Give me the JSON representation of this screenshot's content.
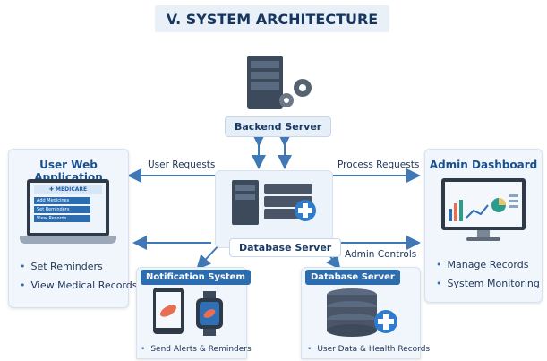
{
  "title": "V. SYSTEM ARCHITECTURE",
  "backend": {
    "label": "Backend Server"
  },
  "database_center": {
    "label": "Database Server"
  },
  "user_app": {
    "title": "User Web Application",
    "screen_brand": "MEDICARE",
    "screen_menu": [
      "Add Medicines",
      "Set Reminders",
      "View Records"
    ],
    "bullets": [
      "Set Reminders",
      "View Medical Records"
    ]
  },
  "admin": {
    "title": "Admin Dashboard",
    "bullets": [
      "Manage Records",
      "System Monitoring"
    ]
  },
  "notification": {
    "title": "Notification System",
    "bullets": [
      "Send Alerts & Reminders"
    ]
  },
  "database_panel": {
    "title": "Database Server",
    "bullets": [
      "User Data & Health Records"
    ]
  },
  "flows": {
    "user_requests": "User Requests",
    "process_requests": "Process Requests",
    "admin_controls": "Admin Controls"
  },
  "colors": {
    "accent": "#2c6db0",
    "arrow": "#3f78b5",
    "panel_bg": "#f1f6fc",
    "title_text": "#16365f"
  }
}
